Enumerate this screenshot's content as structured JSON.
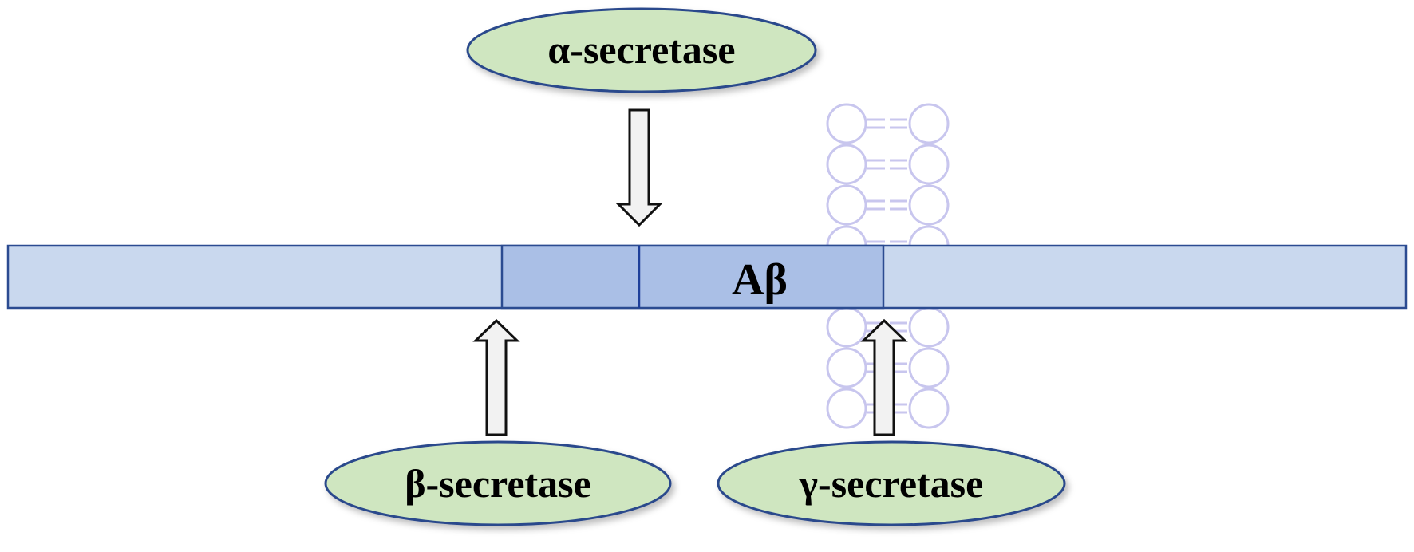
{
  "labels": {
    "alpha": "α-secretase",
    "beta": "β-secretase",
    "gamma": "γ-secretase",
    "abeta": "Aβ"
  },
  "colors": {
    "protein_fill": "#c9d8ee",
    "abeta_fill": "#aabfe6",
    "outline": "#2b4b91",
    "cleavage_line": "#2f5fd0",
    "enzyme_fill": "#cfe6c0",
    "enzyme_outline": "#2c4a8c",
    "lipid": "#c8c6ee",
    "arrow_fill": "#f2f2f2",
    "arrow_outline": "#111111"
  }
}
